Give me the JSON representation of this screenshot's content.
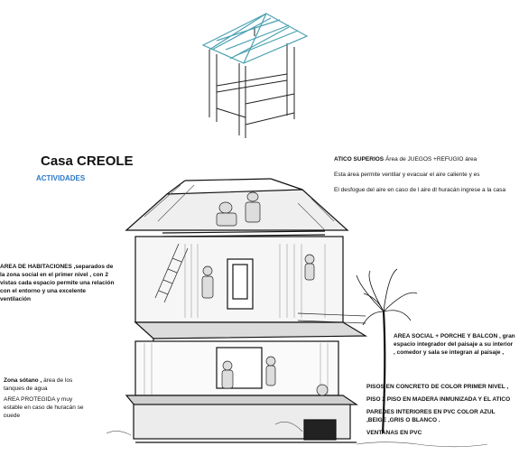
{
  "header": {
    "title": "Casa CREOLE",
    "subtitle": "ACTIVIDADES"
  },
  "notes": {
    "atico": {
      "heading": "ATICO SUPERIOS",
      "lead": "Área de JUEGOS +REFUGIO área",
      "line1": "Esta área permite ventilar y evacuar el aire  caliente y es",
      "line2": "El desfogue del aire en caso de l aire dl huracán ingrese a la casa"
    },
    "habitaciones": {
      "text": "AREA DE HABITACIONES ,separados de la zona social en el primer nivel , con 2 vistas cada espacio permite una relación con el entorno y una excelente ventilación"
    },
    "sotano": {
      "heading": "Zona sótano ,",
      "lead": "área de los tanques de agua",
      "line2": "AREA PROTEGIDA y muy estable en caso de huracán se puede"
    },
    "social": {
      "text": "AREA SOCIAL + PORCHE Y BALCON ,  gran espacio integrador del paisaje a su interior , comedor y sala se integran al paisaje ,"
    },
    "pisos": {
      "line1": "PISOS EN CONCRETO DE COLOR  PRIMER NIVEL ,",
      "line2": "PISO 2 PISO EN MADERA INMUNIZADA  Y EL ATICO",
      "line3": "PAREDES INTERIORES EN PVC COLOR AZUL ,BEIGE ,GRIS O BLANCO .",
      "line4": "VENTANAS EN PVC"
    }
  }
}
